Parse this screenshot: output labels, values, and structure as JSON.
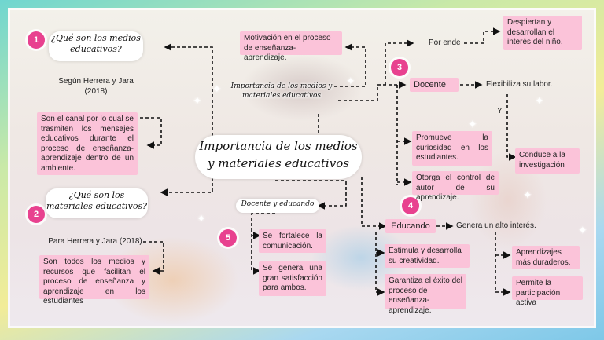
{
  "badges": [
    "1",
    "2",
    "3",
    "4",
    "5"
  ],
  "center_title": "Importancia de los medios y materiales educativos",
  "q1": {
    "question": "¿Qué son los medios educativos?",
    "author": "Según Herrera y Jara (2018)",
    "definition": "Son el canal por lo cual se trasmiten los mensajes educativos durante el proceso de enseñanza-aprendizaje dentro de un ambiente."
  },
  "q2": {
    "question": "¿Qué son los materiales educativos?",
    "author": "Para Herrera y Jara (2018)",
    "definition": "Son todos los medios y recursos que facilitan el proceso de enseñanza y aprendizaje en los estudiantes"
  },
  "importance": {
    "title": "Importancia de los medios y materiales educativos",
    "motivation": "Motivación en el proceso de enseñanza-aprendizaje.",
    "por_ende": "Por ende",
    "despiertan": "Despiertan y desarrollan el interés del niño.",
    "docente": "Docente",
    "flexibiliza": "Flexibiliza su labor.",
    "y": "Y",
    "promueve": "Promueve la curiosidad en los estudiantes.",
    "otorga": "Otorga el control de autor de su aprendizaje.",
    "conduce": "Conduce a la investigación"
  },
  "docente_educando": {
    "title": "Docente y educando",
    "fortalece": "Se fortalece la comunicación.",
    "satisfaccion": "Se genera una gran satisfacción para ambos."
  },
  "educando": {
    "label": "Educando",
    "genera": "Genera un alto interés.",
    "estimula": "Estimula y desarrolla su creatividad.",
    "garantiza": "Garantiza el éxito del proceso de enseñanza-aprendizaje.",
    "aprendizajes": "Aprendizajes más duraderos.",
    "permite": "Permite la participación activa"
  },
  "colors": {
    "box": "#fbc3d9",
    "badge": "#e8418f"
  }
}
